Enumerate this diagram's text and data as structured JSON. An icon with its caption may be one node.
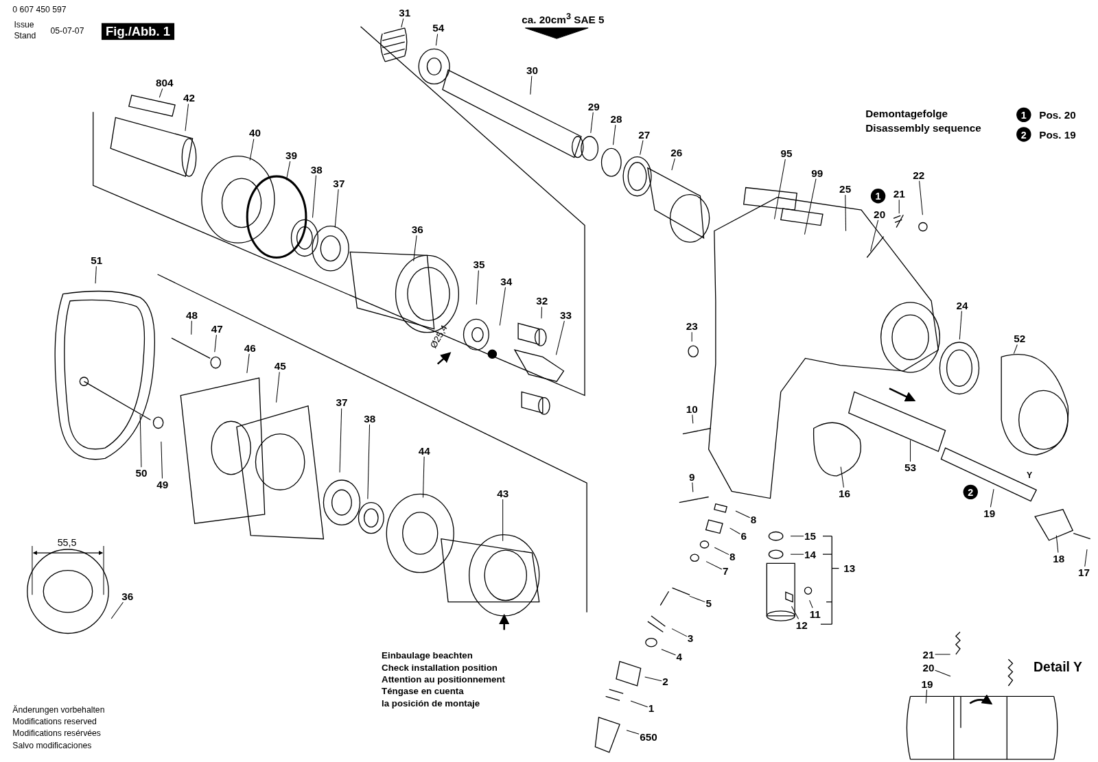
{
  "diagram": {
    "nodes": [
      {
        "text": [
          "Fig./Abb. 1"
        ]
      },
      {
        "text": [
          "1"
        ]
      },
      {
        "text": [
          "2"
        ]
      },
      {
        "text": [
          "1"
        ]
      },
      {
        "text": [
          "2"
        ]
      },
      {
        "text": [
          "31"
        ]
      },
      {
        "text": [
          "54"
        ]
      },
      {
        "text": [
          "30"
        ]
      },
      {
        "text": [
          "29"
        ]
      },
      {
        "text": [
          "28"
        ]
      },
      {
        "text": [
          "27"
        ]
      },
      {
        "text": [
          "26"
        ]
      },
      {
        "text": [
          "804"
        ]
      },
      {
        "text": [
          "42"
        ]
      },
      {
        "text": [
          "40"
        ]
      },
      {
        "text": [
          "39"
        ]
      },
      {
        "text": [
          "38"
        ]
      },
      {
        "text": [
          "37"
        ]
      },
      {
        "text": [
          "36"
        ]
      },
      {
        "text": [
          "35"
        ]
      },
      {
        "text": [
          "34"
        ]
      },
      {
        "text": [
          "32"
        ]
      },
      {
        "text": [
          "33"
        ]
      },
      {
        "text": [
          "51"
        ]
      },
      {
        "text": [
          "48"
        ]
      },
      {
        "text": [
          "47"
        ]
      },
      {
        "text": [
          "46"
        ]
      },
      {
        "text": [
          "45"
        ]
      },
      {
        "text": [
          "50"
        ]
      },
      {
        "text": [
          "49"
        ]
      },
      {
        "text": [
          "37"
        ]
      },
      {
        "text": [
          "38"
        ]
      },
      {
        "text": [
          "44"
        ]
      },
      {
        "text": [
          "43"
        ]
      },
      {
        "text": [
          "36"
        ]
      },
      {
        "text": [
          "95"
        ]
      },
      {
        "text": [
          "99"
        ]
      },
      {
        "text": [
          "25"
        ]
      },
      {
        "text": [
          "22"
        ]
      },
      {
        "text": [
          "21"
        ]
      },
      {
        "text": [
          "20"
        ]
      },
      {
        "text": [
          "24"
        ]
      },
      {
        "text": [
          "52"
        ]
      },
      {
        "text": [
          "23"
        ]
      },
      {
        "text": [
          "10"
        ]
      },
      {
        "text": [
          "9"
        ]
      },
      {
        "text": [
          "16"
        ]
      },
      {
        "text": [
          "53"
        ]
      },
      {
        "text": [
          "19"
        ]
      },
      {
        "text": [
          "18"
        ]
      },
      {
        "text": [
          "17"
        ]
      },
      {
        "text": [
          "8"
        ]
      },
      {
        "text": [
          "6"
        ]
      },
      {
        "text": [
          "8"
        ]
      },
      {
        "text": [
          "7"
        ]
      },
      {
        "text": [
          "5"
        ]
      },
      {
        "text": [
          "3"
        ]
      },
      {
        "text": [
          "4"
        ]
      },
      {
        "text": [
          "2"
        ]
      },
      {
        "text": [
          "1"
        ]
      },
      {
        "text": [
          "650"
        ]
      },
      {
        "text": [
          "15"
        ]
      },
      {
        "text": [
          "14"
        ]
      },
      {
        "text": [
          "13"
        ]
      },
      {
        "text": [
          "11"
        ]
      },
      {
        "text": [
          "12"
        ]
      },
      {
        "text": [
          "21"
        ]
      },
      {
        "text": [
          "20"
        ]
      },
      {
        "text": [
          "19"
        ]
      }
    ],
    "edges": [
      {
        "from": 5,
        "to": null,
        "arrow": "none"
      },
      {
        "from": 6,
        "to": null,
        "arrow": "none"
      },
      {
        "from": 7,
        "to": null,
        "arrow": "none"
      },
      {
        "from": 8,
        "to": null,
        "arrow": "none"
      },
      {
        "from": 9,
        "to": null,
        "arrow": "none"
      },
      {
        "from": 10,
        "to": null,
        "arrow": "none"
      },
      {
        "from": 11,
        "to": null,
        "arrow": "none"
      },
      {
        "from": 12,
        "to": null,
        "arrow": "none"
      },
      {
        "from": 13,
        "to": null,
        "arrow": "none"
      },
      {
        "from": 14,
        "to": null,
        "arrow": "none"
      },
      {
        "from": 15,
        "to": null,
        "arrow": "none"
      },
      {
        "from": 16,
        "to": null,
        "arrow": "none"
      },
      {
        "from": 17,
        "to": null,
        "arrow": "none"
      },
      {
        "from": 18,
        "to": null,
        "arrow": "none"
      },
      {
        "from": 19,
        "to": null,
        "arrow": "none"
      },
      {
        "from": 20,
        "to": null,
        "arrow": "none"
      },
      {
        "from": 21,
        "to": null,
        "arrow": "none"
      },
      {
        "from": 22,
        "to": null,
        "arrow": "none"
      },
      {
        "from": 23,
        "to": null,
        "arrow": "none"
      },
      {
        "from": 24,
        "to": null,
        "arrow": "none"
      },
      {
        "from": 25,
        "to": null,
        "arrow": "none"
      },
      {
        "from": 26,
        "to": null,
        "arrow": "none"
      },
      {
        "from": 27,
        "to": null,
        "arrow": "none"
      },
      {
        "from": 28,
        "to": null,
        "arrow": "none"
      },
      {
        "from": 29,
        "to": null,
        "arrow": "none"
      },
      {
        "from": 30,
        "to": null,
        "arrow": "none"
      },
      {
        "from": 31,
        "to": null,
        "arrow": "none"
      },
      {
        "from": 32,
        "to": null,
        "arrow": "none"
      },
      {
        "from": 33,
        "to": null,
        "arrow": "none"
      },
      {
        "from": 34,
        "to": null,
        "arrow": "none"
      },
      {
        "from": 35,
        "to": null,
        "arrow": "none"
      },
      {
        "from": 36,
        "to": null,
        "arrow": "none"
      },
      {
        "from": 37,
        "to": null,
        "arrow": "none"
      },
      {
        "from": 38,
        "to": null,
        "arrow": "none"
      },
      {
        "from": 39,
        "to": null,
        "arrow": "none"
      },
      {
        "from": 40,
        "to": null,
        "arrow": "none"
      },
      {
        "from": 41,
        "to": null,
        "arrow": "none"
      },
      {
        "from": 42,
        "to": null,
        "arrow": "none"
      },
      {
        "from": 43,
        "to": null,
        "arrow": "none"
      },
      {
        "from": 44,
        "to": null,
        "arrow": "none"
      },
      {
        "from": 45,
        "to": null,
        "arrow": "none"
      },
      {
        "from": 46,
        "to": null,
        "arrow": "none"
      },
      {
        "from": 47,
        "to": null,
        "arrow": "none"
      },
      {
        "from": 48,
        "to": null,
        "arrow": "none"
      },
      {
        "from": 49,
        "to": null,
        "arrow": "none"
      },
      {
        "from": 50,
        "to": null,
        "arrow": "none"
      },
      {
        "from": 51,
        "to": null,
        "arrow": "none"
      },
      {
        "from": 52,
        "to": null,
        "arrow": "none"
      },
      {
        "from": 53,
        "to": null,
        "arrow": "none"
      },
      {
        "from": 54,
        "to": null,
        "arrow": "none"
      },
      {
        "from": 55,
        "to": null,
        "arrow": "none"
      },
      {
        "from": 56,
        "to": null,
        "arrow": "none"
      },
      {
        "from": 57,
        "to": null,
        "arrow": "none"
      },
      {
        "from": 58,
        "to": null,
        "arrow": "none"
      },
      {
        "from": 59,
        "to": null,
        "arrow": "none"
      },
      {
        "from": 60,
        "to": null,
        "arrow": "none"
      },
      {
        "from": 61,
        "to": null,
        "arrow": "none"
      },
      {
        "from": 62,
        "to": null,
        "arrow": "none"
      },
      {
        "from": 64,
        "to": null,
        "arrow": "none"
      },
      {
        "from": 65,
        "to": null,
        "arrow": "none"
      },
      {
        "from": 66,
        "to": null,
        "arrow": "none"
      },
      {
        "from": 67,
        "to": null,
        "arrow": "none"
      },
      {
        "from": 68,
        "to": null,
        "arrow": "none"
      }
    ],
    "labels": [
      "0 607 450 597",
      "Issue",
      "Stand",
      "05-07-07",
      "ca. 20cm$^{3}$ SAE 5",
      "Demontagefolge",
      "Disassembly sequence",
      "Pos. 20",
      "Pos. 19",
      "Ø25,4",
      "55,5",
      "Y",
      "Einbaulage beachten",
      "Check installation position",
      "Attention au positionnement",
      "Téngase en cuenta",
      "la posición de montaje",
      "Änderungen vorbehalten",
      "Modifications reserved",
      "Modifications resérvées",
      "Salvo modificaciones",
      "Detail Y"
    ]
  }
}
